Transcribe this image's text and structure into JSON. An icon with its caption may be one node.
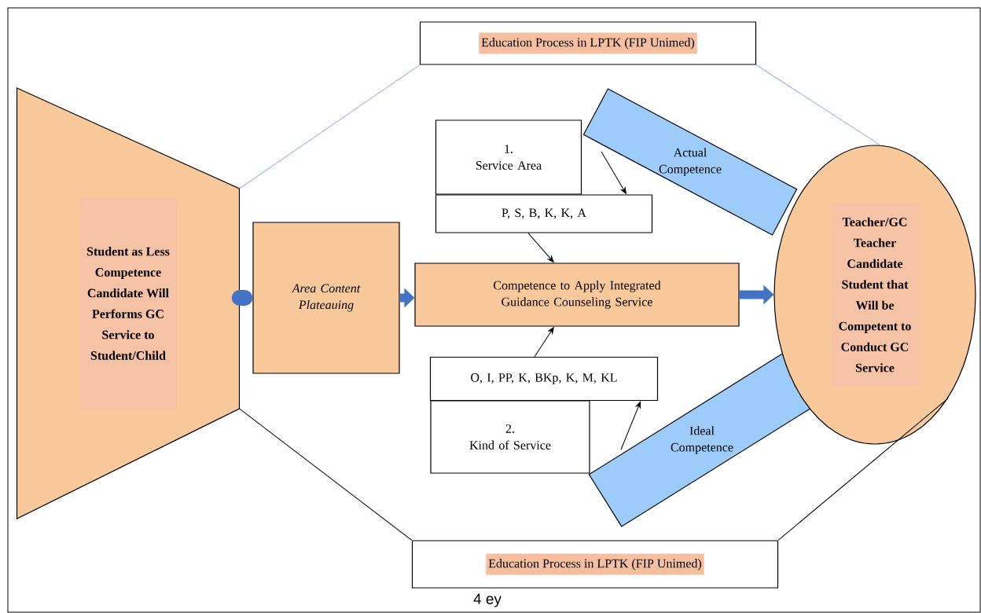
{
  "diagram": {
    "nodes": [
      {
        "text": [
          "Education Process in LPTK (FIP Unimed)"
        ]
      },
      {
        "text": [
          "Student as Less Competence Candidate Will Performs GC Service to Student/Child"
        ]
      },
      {
        "text": [
          "Area Content Plateauing"
        ]
      },
      {
        "text": [
          "1.",
          "Service Area"
        ]
      },
      {
        "text": [
          "P, S, B, K, K, A"
        ]
      },
      {
        "text": [
          "Competence to Apply Integrated Guidance Counseling Service"
        ]
      },
      {
        "text": [
          "O, I, PP, K, BKp, K, M, KL"
        ]
      },
      {
        "text": [
          "2.",
          "Kind of Service"
        ]
      },
      {
        "text": [
          "Actual Competence"
        ]
      },
      {
        "text": [
          "Ideal Competence"
        ]
      },
      {
        "text": [
          "Teacher/GC Teacher Candidate Student that Will be Competent to Conduct GC Service"
        ]
      },
      {
        "text": [
          "Education Process in LPTK (FIP Unimed)"
        ]
      }
    ],
    "edges": [
      {
        "from": 1,
        "to": 0,
        "arrow": "none",
        "color": "#8eaadb"
      },
      {
        "from": 0,
        "to": 10,
        "arrow": "none",
        "color": "#8eaadb"
      },
      {
        "from": 1,
        "to": 11,
        "arrow": "none"
      },
      {
        "from": 11,
        "to": 10,
        "arrow": "none"
      },
      {
        "from": 1,
        "to": 2,
        "arrow": "none",
        "style": "thick",
        "color": "#4472c4"
      },
      {
        "from": 2,
        "to": 5,
        "arrow": "to",
        "style": "thick",
        "color": "#4472c4"
      },
      {
        "from": 5,
        "to": 10,
        "arrow": "to",
        "style": "thick",
        "color": "#4472c4"
      },
      {
        "from": 8,
        "to": 4,
        "arrow": "to"
      },
      {
        "from": 4,
        "to": 5,
        "arrow": "to"
      },
      {
        "from": 6,
        "to": 5,
        "arrow": "to"
      },
      {
        "from": 9,
        "to": 6,
        "arrow": "to"
      }
    ],
    "labels": [
      "4 ey"
    ]
  }
}
